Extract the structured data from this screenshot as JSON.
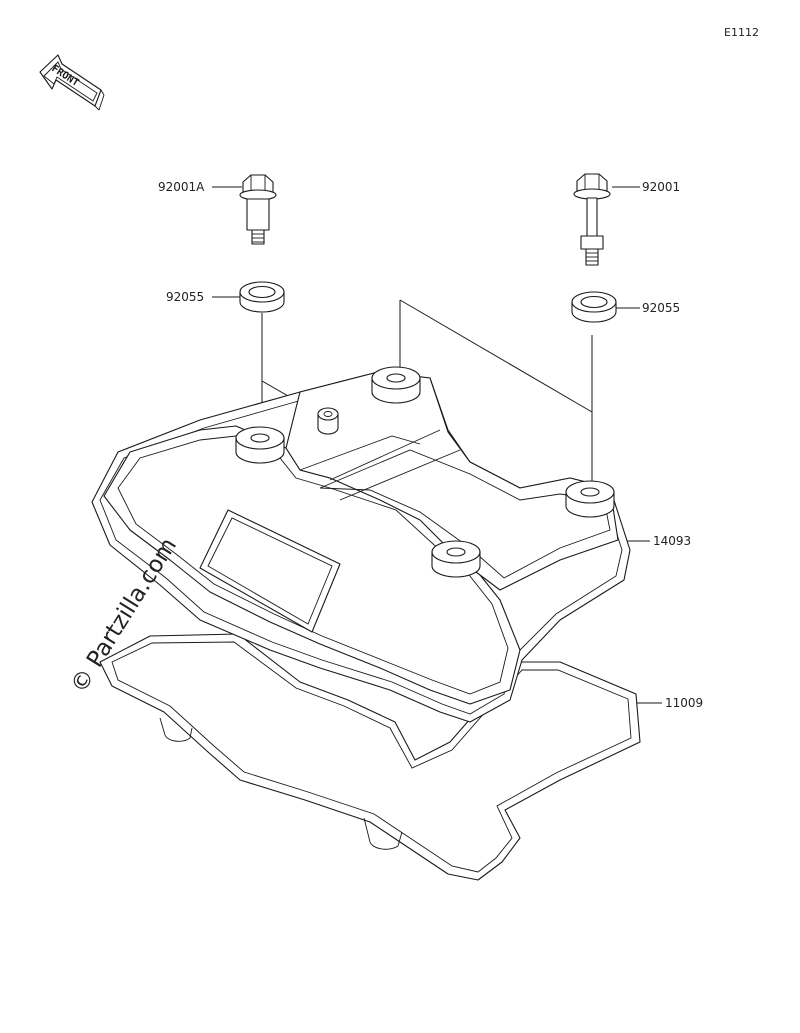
{
  "diagram_code": "E1112",
  "front_marker": "FRONT",
  "watermark": "© Partzilla.com",
  "callouts": {
    "bolt_left": "92001A",
    "bolt_right": "92001",
    "washer_left": "92055",
    "washer_right": "92055",
    "cylinder_head_cover": "14093",
    "gasket": "11009"
  }
}
